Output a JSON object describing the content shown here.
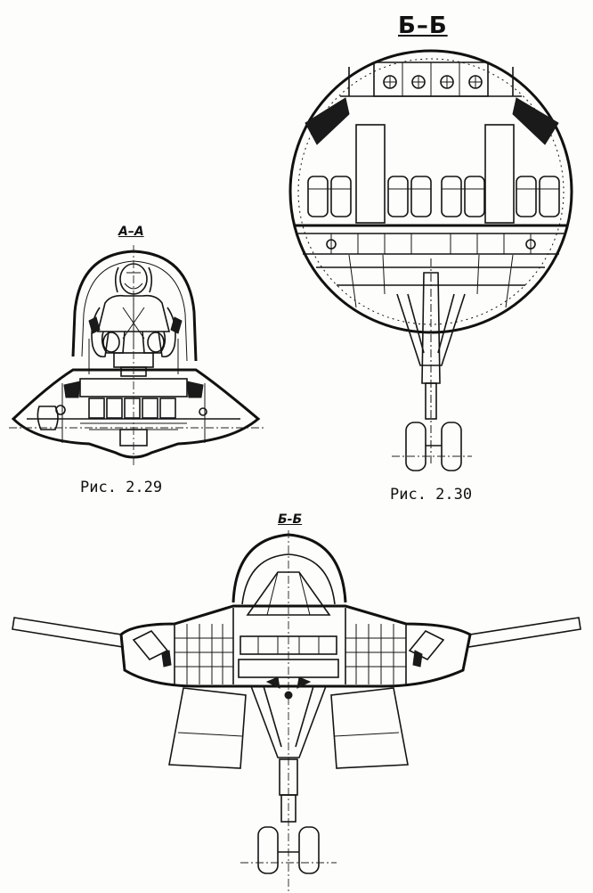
{
  "figures": [
    {
      "section_label": "А–А",
      "caption": "Рис. 2.29"
    },
    {
      "section_label": "Б–Б",
      "caption": "Рис. 2.30"
    },
    {
      "section_label": "Б-Б",
      "caption": ""
    }
  ],
  "colors": {
    "ink": "#151515",
    "paper": "#fdfdfc"
  }
}
